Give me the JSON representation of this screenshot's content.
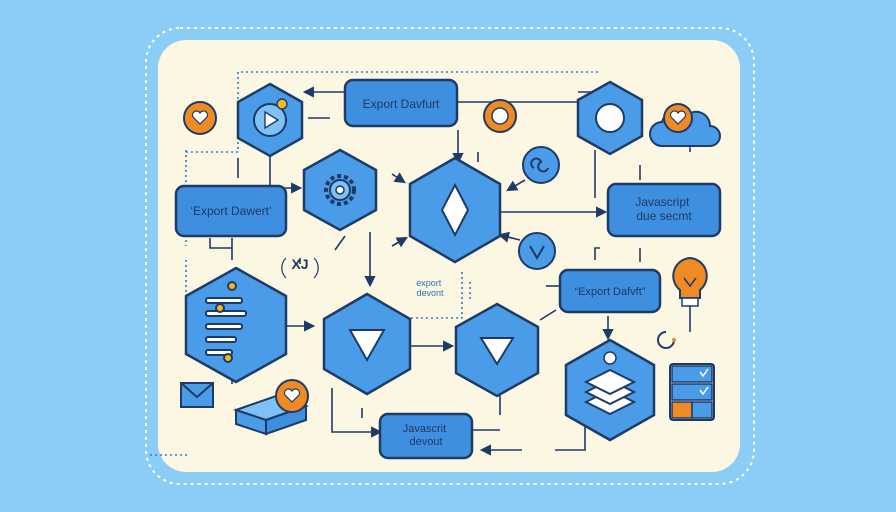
{
  "colors": {
    "background": "#8ccdf6",
    "panel": "#fbf7e3",
    "node_blue": "#4a9be8",
    "node_outline": "#1e3b66",
    "accent_orange": "#f08a24",
    "label_box": "#3f8fe0"
  },
  "labels": {
    "box_export_top": "Export Davfurt",
    "box_export_left": "‘Export Dawert’",
    "box_javascript_right": "Javascript\ndue secmt",
    "box_export_right": "“Export Dafvft”",
    "box_javascript_bottom": "Javascrit\ndevout",
    "text_xj": "XJ",
    "text_export_devont": "export\ndevont"
  },
  "icons": [
    "play-circle-icon",
    "gear-icon",
    "diamond-icon",
    "circle-icon",
    "heart-icon",
    "cloud-heart-icon",
    "swirl-icon",
    "chevron-down-icon",
    "list-icon",
    "triangle-down-icon",
    "layers-icon",
    "lightbulb-icon",
    "refresh-icon",
    "checklist-icon",
    "envelope-icon"
  ]
}
